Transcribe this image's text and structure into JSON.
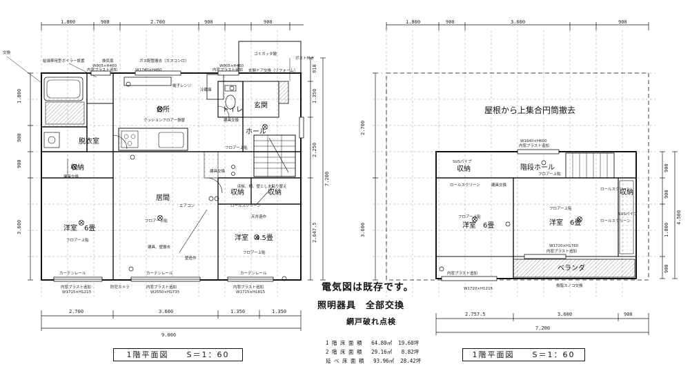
{
  "plan1": {
    "top_dims": [
      "1.800",
      "900",
      "2.700",
      "900",
      "900"
    ],
    "bottom_dims": [
      "2.700",
      "3.600",
      "1.350",
      "1.350"
    ],
    "total_dim": "9.000",
    "left_dims": [
      "1.800",
      "900",
      "900",
      "3.600"
    ],
    "right_dims": [
      "910",
      "1.350",
      "2.250",
      "2.647.5"
    ],
    "right_total": "7.200",
    "rooms": {
      "kitchen": "台所",
      "toilet": "トイレ",
      "entrance": "玄関",
      "hall": "ホール",
      "dressing": "脱衣室",
      "storage_left": "収納",
      "living": "居間",
      "storage_mid": "収納",
      "storage_right": "収納",
      "western6": "洋室　6畳",
      "western45": "洋室　4.5畳"
    },
    "notes": {
      "exchange_top": "交換",
      "boiler": "給湯専用型ボイラー設置",
      "ventilation": "換気扇",
      "window_size1": "W805×H460",
      "inner_plus1": "内窓プラスト追加",
      "window_size2": "W1740×H460",
      "gas": "ガス配管撤去（ガスコンロ）",
      "window_size3": "W805×H460",
      "inner_plus2": "内窓プラスト追加",
      "gutter": "ゴミガッタ撤",
      "post": "ポスト付き",
      "door": "玄関ドア交換（リフォーム）",
      "range": "電子レンジ",
      "fridge": "冷蔵庫",
      "cushion": "クッションフロアー張替",
      "fittings": "建具交換",
      "floor_upper": "フロアー上貼",
      "floor_upper2": "フロアー上貼",
      "floor_upper3": "フロアー上貼",
      "floor_upper4": "フロアー上貼",
      "fixture_exchange": "建具交換",
      "fixture_exchange2": "建具交換",
      "storage_note": "床板、棚、壁としま貼り替え",
      "aircon": "エアコン",
      "curtain1": "カーテンレール",
      "curtain2": "カーテンレール",
      "curtain3": "カーテンレール",
      "inner_plus3": "内窓プラスト追加",
      "win4": "W1715×H1215",
      "inner_plus4": "内窓プラスト追加",
      "win5": "W2550×H1735",
      "inner_plus5": "内窓プラスト追加",
      "win6": "W1715×H1815",
      "fixture_remove": "建具、壁撤去",
      "wall_note": "壁造作",
      "outlet1": "防犯カメラ",
      "roll": "ロールスクリーン",
      "tenjin": "天井造作"
    },
    "title": "1階平面図　　S＝1：60"
  },
  "plan2": {
    "top_dims": [
      "1.800",
      "900",
      "3.600",
      "900"
    ],
    "bottom_dims": [
      "2.757.5",
      "3.600",
      "900"
    ],
    "total_dim": "7.200",
    "left_dims": [
      "2.700",
      "3.600"
    ],
    "right_dims": [
      "900",
      "900",
      "1.800",
      "900"
    ],
    "right_total": "4.500",
    "roof_note": "屋根から上集合円筒撤去",
    "rooms": {
      "stair_hall": "階段ホール",
      "storage_a": "収納",
      "western6a": "洋室　6畳",
      "western6b": "洋室　6畳",
      "storage_b": "収納",
      "veranda": "ベランダ"
    },
    "notes": {
      "win1": "W1640×H600",
      "inner_plus1": "内窓プラスト追加",
      "sus_pipe": "SUSパイプ",
      "sus_pipe2": "SUSパイプ",
      "floor1": "フロアー上貼",
      "floor2": "フロアー上貼",
      "floor3": "フロアー上貼",
      "fixture": "建具交換",
      "win2": "W1720×H1760",
      "inner_plus2": "内窓プラスト追加",
      "win3": "W1720×H1215",
      "sunoko": "樹脂スノコ交換",
      "roll1": "ロールスクリーン",
      "roll2": "ロールスクリーン",
      "roll3": "ロールスクリーン"
    },
    "title": "1階平面図　　S＝1：60"
  },
  "center_notes": {
    "electric": "電気図は既存です。",
    "lighting": "照明器具　全部交換",
    "screen": "網戸破れ点検"
  },
  "areas": {
    "floor1": "1 階 床 面 積   64.80㎡  19.60坪",
    "floor2": "2 階 床 面 積   29.16㎡   8.82坪",
    "total": "延 べ 床 面 積   93.96㎡  28.42坪"
  }
}
